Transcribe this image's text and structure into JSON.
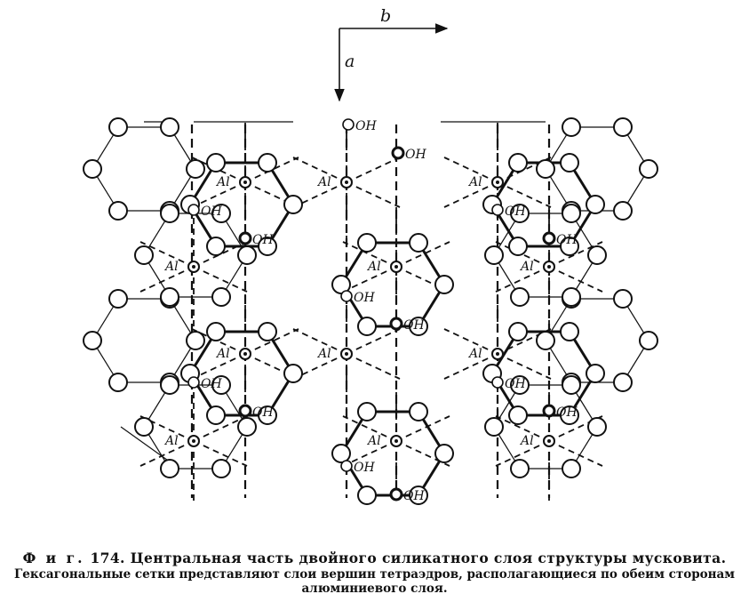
{
  "diagram": {
    "axis_b": "b",
    "axis_a": "a",
    "al_label": "Al",
    "oh_label": "OH"
  },
  "caption": {
    "figure": "Ф и г.",
    "title": "174. Центральная часть двойного силикатного слоя структуры мусковита.",
    "text": "Гексагональные сетки представляют слои вершин тетраэдров, располагающиеся по обеим сторонам алюминиевого слоя."
  }
}
